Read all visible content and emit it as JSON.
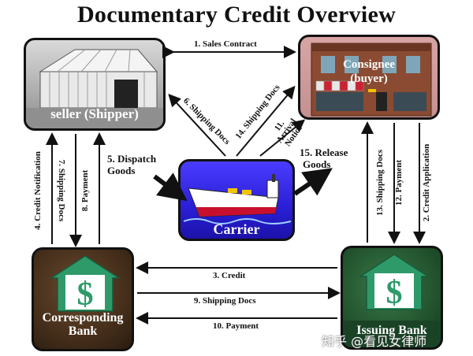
{
  "title": "Documentary Credit Overview",
  "parties": {
    "seller": "seller (Shipper)",
    "consignee_line1": "Consignee",
    "consignee_line2": "(buyer)",
    "carrier": "Carrier",
    "corresponding_line1": "Corresponding",
    "corresponding_line2": "Bank",
    "issuing": "Issuing Bank"
  },
  "steps": {
    "s1": "1. Sales Contract",
    "s2": "2. Credit Application",
    "s3": "3. Credit",
    "s4": "4. Credit Notification",
    "s5_line1": "5. Dispatch",
    "s5_line2": "Goods",
    "s6": "6. Shipping Docs",
    "s7": "7. Shipping Docs",
    "s8": "8. Payment",
    "s9": "9. Shipping Docs",
    "s10": "10. Payment",
    "s11_line1": "11.",
    "s11_line2": "Arrival",
    "s11_line3": "Notice",
    "s12": "12. Payment",
    "s13": "13. Shipping Docs",
    "s14": "14. Shipping Docs",
    "s15_line1": "15. Release",
    "s15_line2": "Goods"
  },
  "watermark": "知乎 @看见女律师",
  "colors": {
    "seller_box": "#a8a8a8",
    "consignee_box": "#cc9898",
    "carrier_box": "#2a1fd6",
    "corresponding_box": "#3f2a18",
    "issuing_box": "#1f4d2a",
    "bank_icon": "#2e9a6a",
    "arrow": "#111111"
  }
}
